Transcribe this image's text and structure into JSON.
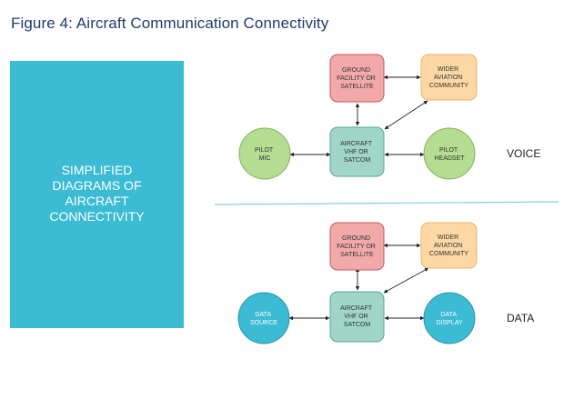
{
  "figure": {
    "title": "Figure 4: Aircraft Communication Connectivity"
  },
  "side_panel": {
    "text": "SIMPLIFIED\nDIAGRAMS OF\nAIRCRAFT\nCONNECTIVITY",
    "color": "#3bbbd4"
  },
  "diagrams": {
    "voice": {
      "label": "VOICE",
      "ground": [
        "GROUND",
        "FACILITY OR",
        "SATELLITE"
      ],
      "wider": [
        "WIDER",
        "AVIATION",
        "COMMUNITY"
      ],
      "aircraft": [
        "AIRCRAFT",
        "VHF OR",
        "SATCOM"
      ],
      "left": [
        "PILOT",
        "MIC"
      ],
      "right": [
        "PILOT",
        "HEADSET"
      ]
    },
    "data": {
      "label": "DATA",
      "ground": [
        "GROUND",
        "FACILITY OR",
        "SATELLITE"
      ],
      "wider": [
        "WIDER",
        "AVIATION",
        "COMMUNITY"
      ],
      "aircraft": [
        "AIRCRAFT",
        "VHF OR",
        "SATCOM"
      ],
      "left": [
        "DATA",
        "SOURCE"
      ],
      "right": [
        "DATA",
        "DISPLAY"
      ]
    }
  },
  "colors": {
    "ground_fill": "#f1a9aa",
    "ground_stroke": "#c35a5e",
    "wider_fill": "#fdd7a4",
    "wider_stroke": "#e6b46e",
    "aircraft_fill": "#9fd6c7",
    "aircraft_stroke": "#5aa596",
    "voice_circle_fill": "#b5dd92",
    "voice_circle_stroke": "#82b35c",
    "data_circle_fill": "#3bbbd4",
    "data_circle_stroke": "#2a95ab",
    "divider": "#87cfe0"
  }
}
